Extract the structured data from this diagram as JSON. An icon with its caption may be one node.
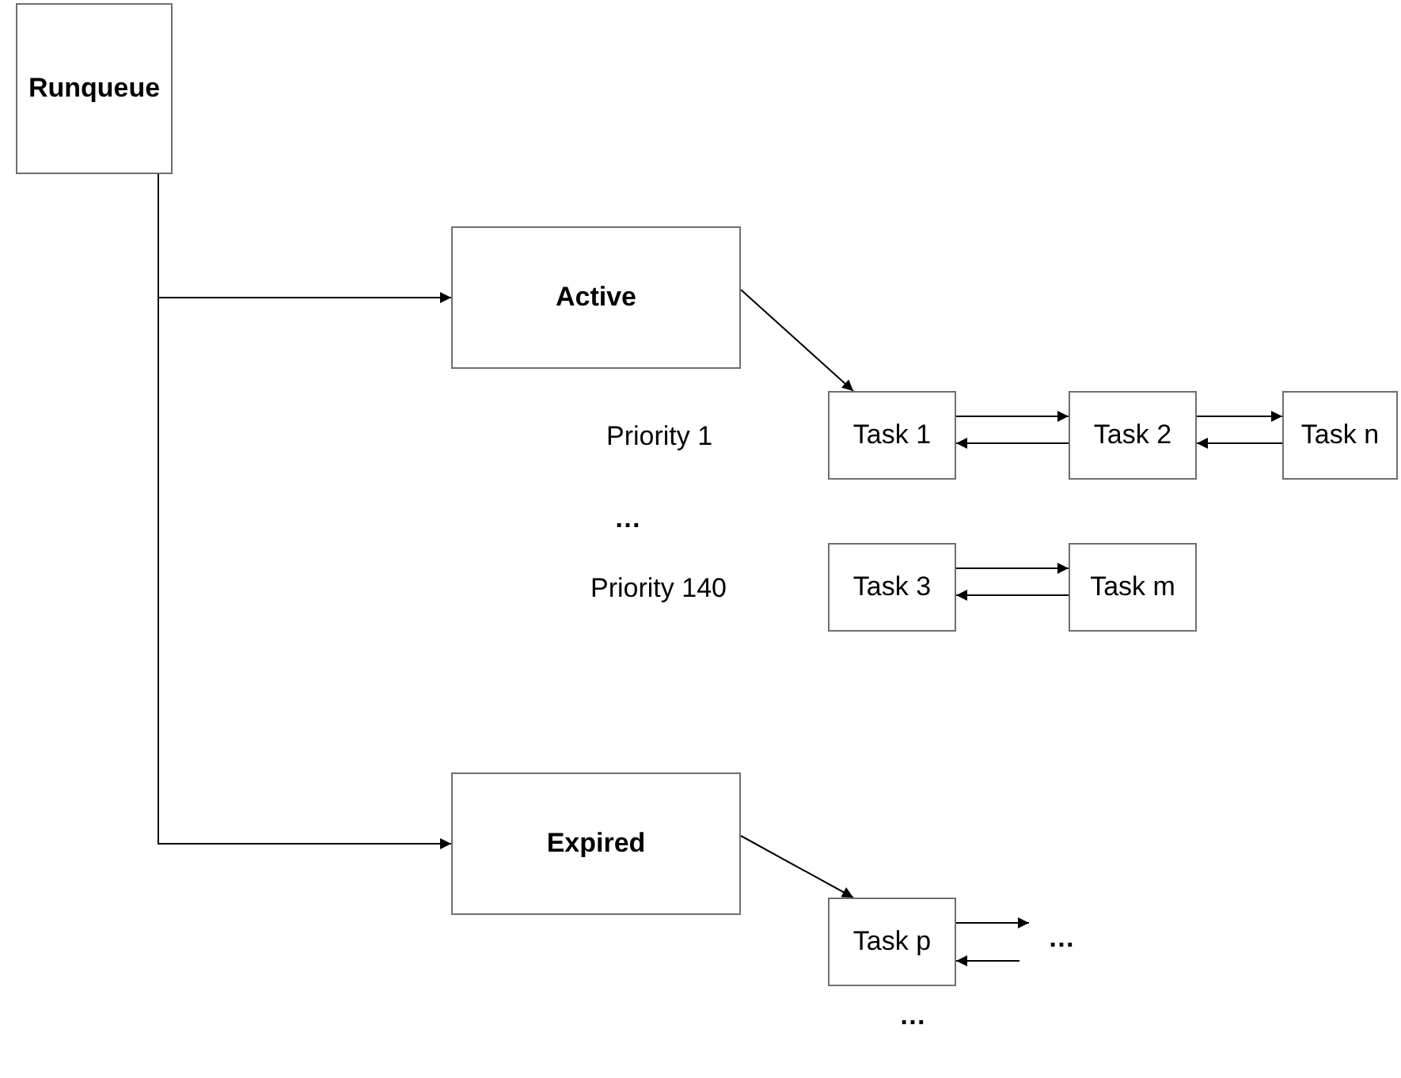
{
  "diagram": {
    "nodes": [
      {
        "text": [
          "Runqueue"
        ]
      },
      {
        "text": [
          "Active"
        ]
      },
      {
        "text": [
          "Task 1"
        ]
      },
      {
        "text": [
          "Task 2"
        ]
      },
      {
        "text": [
          "Task n"
        ]
      },
      {
        "text": [
          "Task 3"
        ]
      },
      {
        "text": [
          "Task m"
        ]
      },
      {
        "text": [
          "Expired"
        ]
      },
      {
        "text": [
          "Task p"
        ]
      }
    ],
    "edges": [
      {
        "from": 0,
        "to": 1,
        "arrow": "to"
      },
      {
        "from": 0,
        "to": 7,
        "arrow": "to"
      },
      {
        "from": 1,
        "to": 2,
        "arrow": "to"
      },
      {
        "from": 2,
        "to": 3,
        "arrow": "to"
      },
      {
        "from": 3,
        "to": 2,
        "arrow": "to"
      },
      {
        "from": 3,
        "to": 4,
        "arrow": "to"
      },
      {
        "from": 4,
        "to": 3,
        "arrow": "to"
      },
      {
        "from": 5,
        "to": 6,
        "arrow": "to"
      },
      {
        "from": 6,
        "to": 5,
        "arrow": "to"
      },
      {
        "from": 7,
        "to": 8,
        "arrow": "to"
      },
      {
        "from": 8,
        "to": null,
        "arrow": "to"
      },
      {
        "from": null,
        "to": 8,
        "arrow": "to"
      }
    ],
    "labels": [
      "Priority 1",
      "…",
      "Priority 140",
      "…",
      "…"
    ]
  }
}
